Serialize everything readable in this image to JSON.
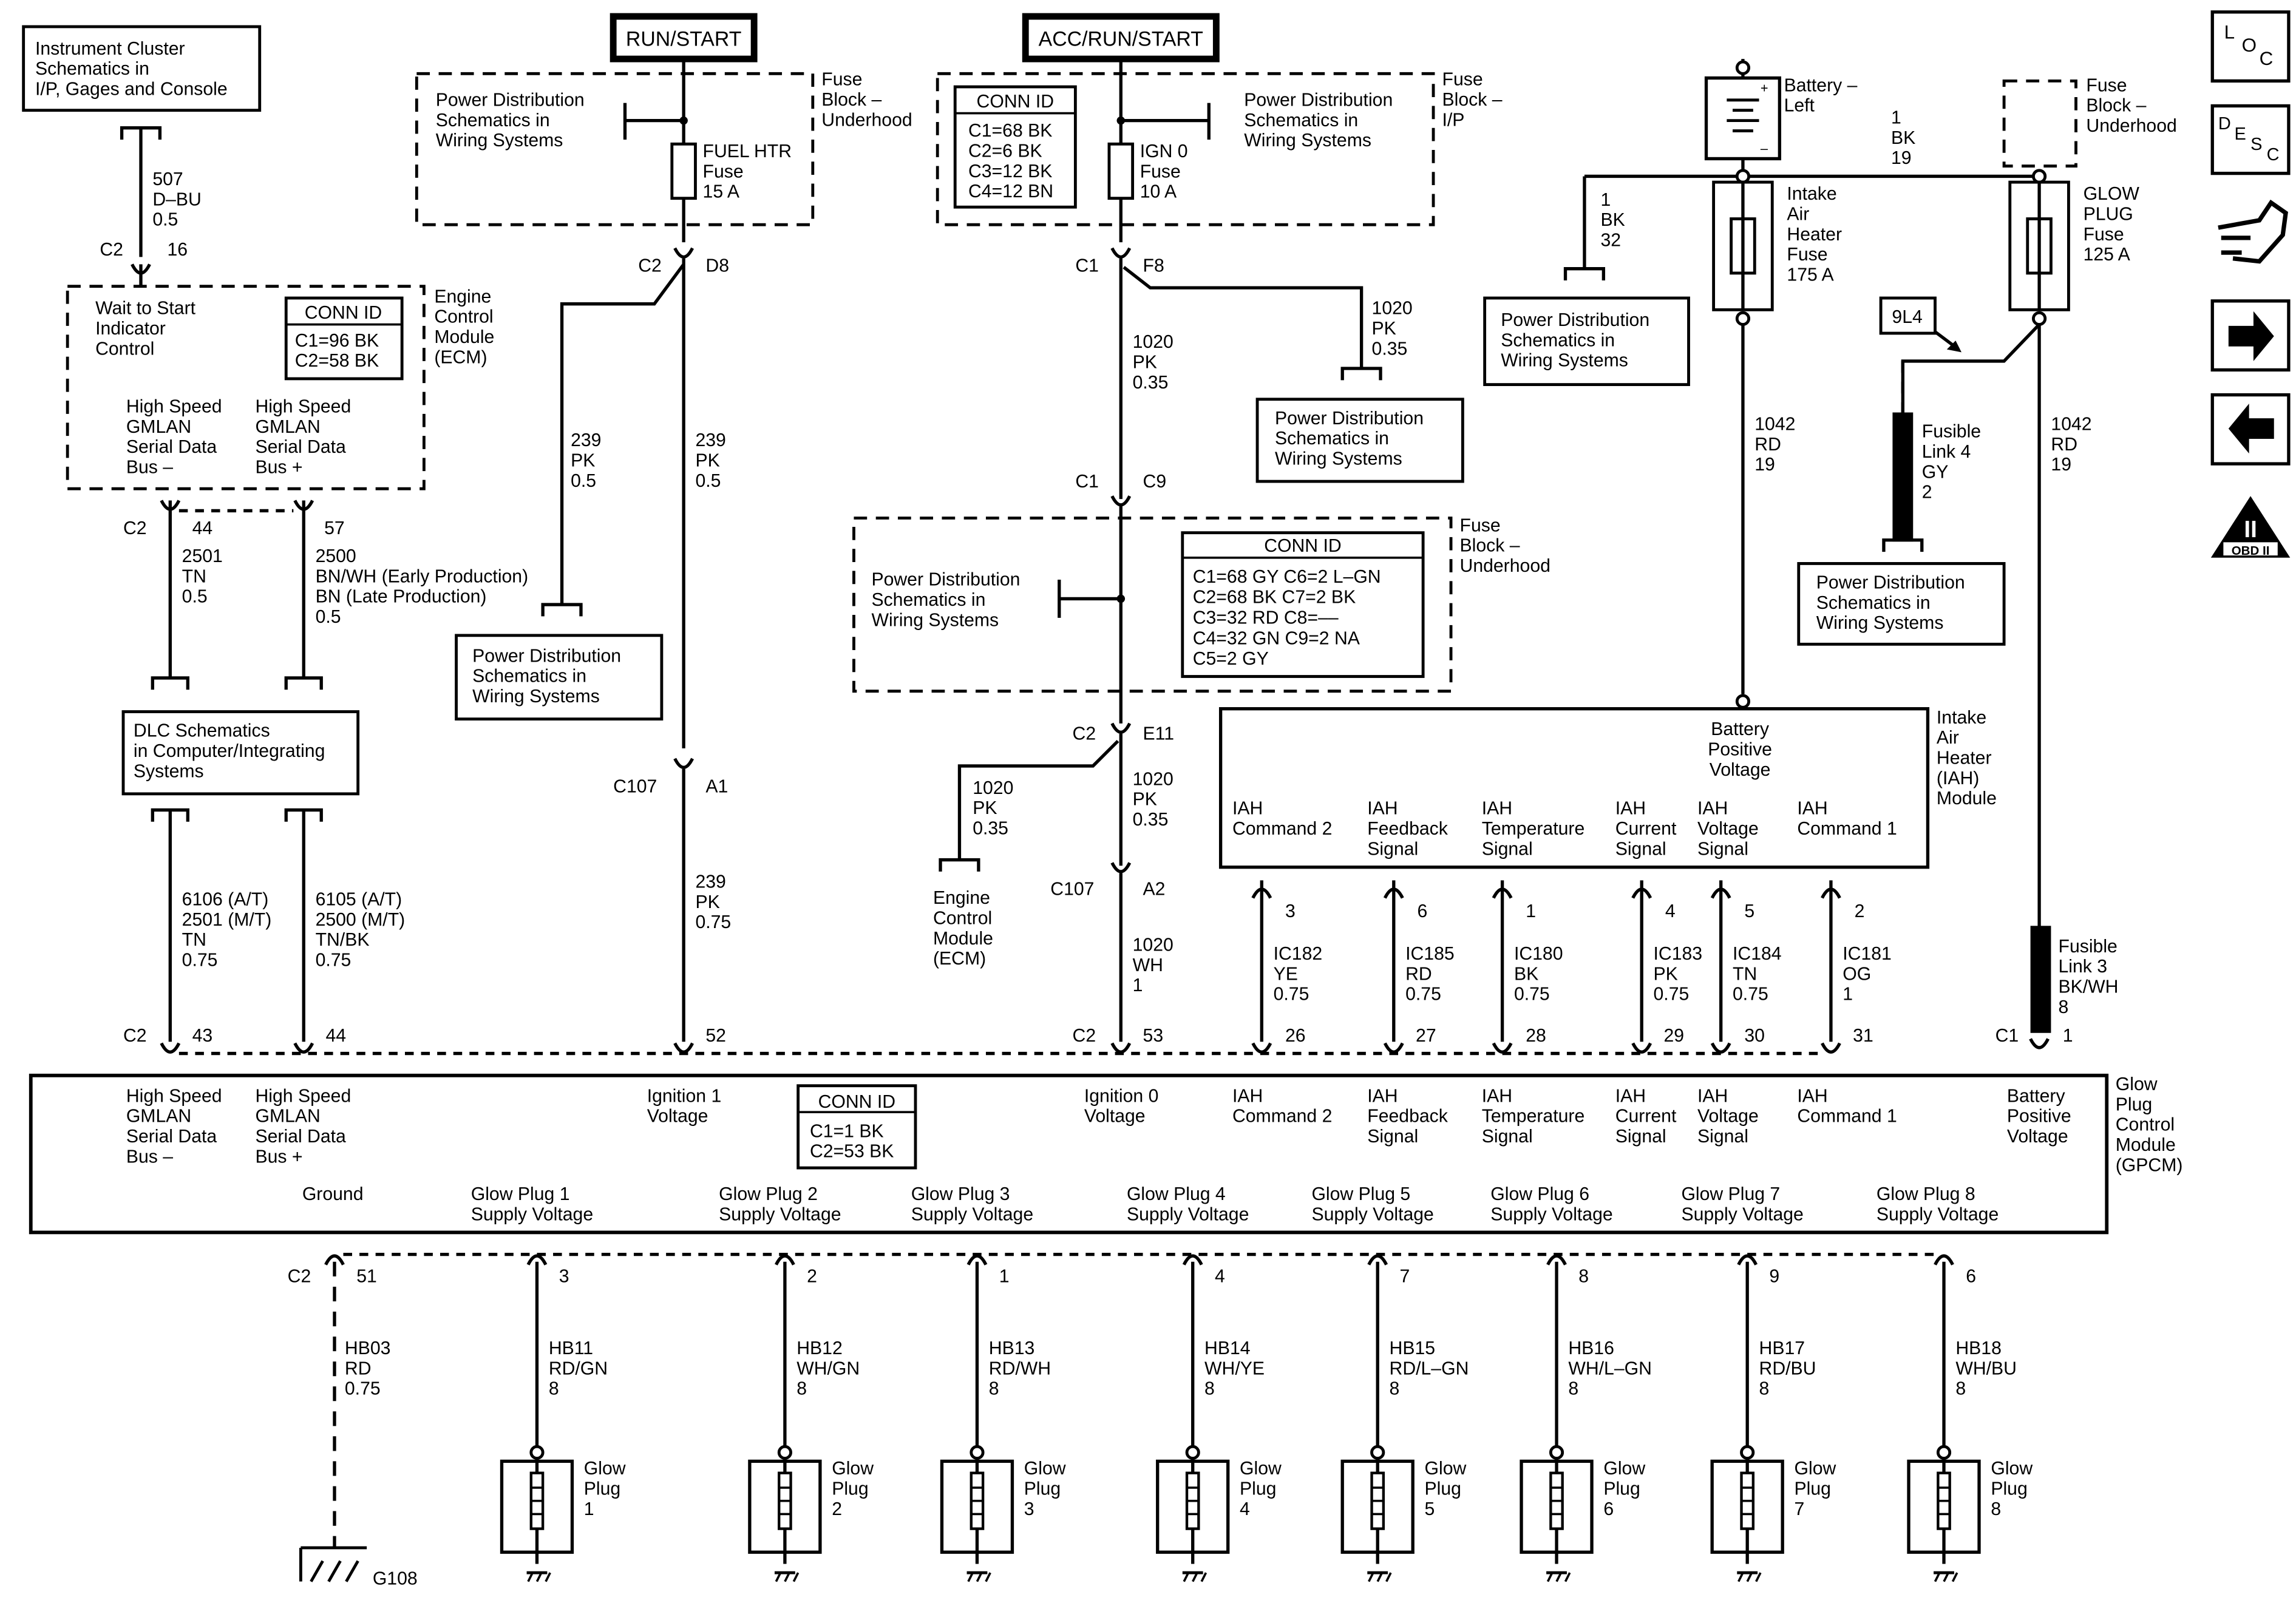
{
  "top_labels": {
    "run_start": "RUN/START",
    "acc_run_start": "ACC/RUN/START"
  },
  "side_icons": [
    {
      "name": "loc-icon",
      "letters": [
        "L",
        "O",
        "C"
      ]
    },
    {
      "name": "desc-icon",
      "letters": [
        "D",
        "E",
        "S",
        "C"
      ]
    },
    {
      "name": "harness-icon"
    },
    {
      "name": "next-arrow-icon"
    },
    {
      "name": "prev-arrow-icon"
    },
    {
      "name": "obd-icon",
      "text": "OBD II",
      "numeral": "II"
    }
  ],
  "boxes": {
    "instrument_cluster": [
      "Instrument Cluster",
      "Schematics in",
      "I/P, Gages and Console"
    ],
    "pd_run_left": [
      "Power Distribution",
      "Schematics in",
      "Wiring Systems"
    ],
    "pd_acc_right": [
      "Power Distribution",
      "Schematics in",
      "Wiring Systems"
    ],
    "pd_f8_branch": [
      "Power Distribution",
      "Schematics in",
      "Wiring Systems"
    ],
    "pd_d8_branch": [
      "Power Distribution",
      "Schematics in",
      "Wiring Systems"
    ],
    "pd_c9_block": [
      "Power Distribution",
      "Schematics in",
      "Wiring Systems"
    ],
    "pd_battery_branch": [
      "Power Distribution",
      "Schematics in",
      "Wiring Systems"
    ],
    "pd_fusible4": [
      "Power Distribution",
      "Schematics in",
      "Wiring Systems"
    ],
    "dlc": [
      "DLC Schematics",
      "in Computer/Integrating",
      "Systems"
    ],
    "ecm_small": [
      "Engine",
      "Control",
      "Module",
      "(ECM)"
    ]
  },
  "fuse_blocks": {
    "run_block_label": [
      "Fuse",
      "Block –",
      "Underhood"
    ],
    "acc_block_label": [
      "Fuse",
      "Block –",
      "I/P"
    ],
    "c9_block_label": [
      "Fuse",
      "Block –",
      "Underhood"
    ],
    "right_block_label": [
      "Fuse",
      "Block –",
      "Underhood"
    ]
  },
  "fuses": {
    "fuel_htr": [
      "FUEL HTR",
      "Fuse",
      "15 A"
    ],
    "ign0": [
      "IGN 0",
      "Fuse",
      "10 A"
    ],
    "intake_air_heater": [
      "Intake",
      "Air",
      "Heater",
      "Fuse",
      "175 A"
    ],
    "glow_plug": [
      "GLOW",
      "PLUG",
      "Fuse",
      "125 A"
    ]
  },
  "conn_ids": {
    "acc_block": {
      "title": "CONN ID",
      "rows": [
        "C1=68 BK",
        "C2=6 BK",
        "C3=12 BK",
        "C4=12 BN"
      ]
    },
    "ecm": {
      "title": "CONN ID",
      "rows": [
        "C1=96 BK",
        "C2=58 BK"
      ]
    },
    "c9_block": {
      "title": "CONN ID",
      "rows": [
        "C1=68 GY    C6=2 L–GN",
        "C2=68 BK    C7=2 BK",
        "C3=32 RD    C8=––",
        "C4=32 GN    C9=2 NA",
        "C5=2 GY"
      ]
    },
    "gpcm": {
      "title": "CONN ID",
      "rows": [
        "C1=1 BK",
        "C2=53 BK"
      ]
    }
  },
  "ecm": {
    "inner": [
      "Wait to Start",
      "Indicator",
      "Control"
    ],
    "label": [
      "Engine",
      "Control",
      "Module",
      "(ECM)"
    ],
    "pins_left": [
      "High Speed",
      "GMLAN",
      "Serial Data",
      "Bus –"
    ],
    "pins_right": [
      "High Speed",
      "GMLAN",
      "Serial Data",
      "Bus +"
    ]
  },
  "battery": {
    "label": [
      "Battery –",
      "Left"
    ],
    "plus": "+",
    "minus": "–"
  },
  "wires": {
    "w507": [
      "507",
      "D–BU",
      "0.5"
    ],
    "w239_left": [
      "239",
      "PK",
      "0.5"
    ],
    "w239_mid": [
      "239",
      "PK",
      "0.5"
    ],
    "w239_low": [
      "239",
      "PK",
      "0.75"
    ],
    "w1020_f8": [
      "1020",
      "PK",
      "0.35"
    ],
    "w1020_main": [
      "1020",
      "PK",
      "0.35"
    ],
    "w1020_ecm": [
      "1020",
      "PK",
      "0.35"
    ],
    "w1020_low": [
      "1020",
      "PK",
      "0.35"
    ],
    "w1020_wh": [
      "1020",
      "WH",
      "1"
    ],
    "w2501": [
      "2501",
      "TN",
      "0.5"
    ],
    "w2500": [
      "2500",
      "BN/WH (Early Production)",
      "BN (Late Production)",
      "0.5"
    ],
    "w6106": [
      "6106 (A/T)",
      "2501 (M/T)",
      "TN",
      "0.75"
    ],
    "w6105": [
      "6105 (A/T)",
      "2500 (M/T)",
      "TN/BK",
      "0.75"
    ],
    "w1bk32": [
      "1",
      "BK",
      "32"
    ],
    "w1bk19": [
      "1",
      "BK",
      "19"
    ],
    "w1042_left": [
      "1042",
      "RD",
      "19"
    ],
    "w1042_right": [
      "1042",
      "RD",
      "19"
    ],
    "fusible4": [
      "Fusible",
      "Link 4",
      "GY",
      "2"
    ],
    "fusible3": [
      "Fusible",
      "Link 3",
      "BK/WH",
      "8"
    ],
    "ref9l4": "9L4"
  },
  "connectors": {
    "c2_16": [
      "C2",
      "16"
    ],
    "c2_d8": [
      "C2",
      "D8"
    ],
    "c1_f8": [
      "C1",
      "F8"
    ],
    "c1_c9": [
      "C1",
      "C9"
    ],
    "c2_e11": [
      "C2",
      "E11"
    ],
    "c2_44": [
      "C2",
      "44"
    ],
    "c2_57": "57",
    "c107_a1": [
      "C107",
      "A1"
    ],
    "c107_a2": [
      "C107",
      "A2"
    ],
    "gpcm_top": [
      "C2",
      "43",
      "44",
      "52",
      "C2",
      "53",
      "26",
      "27",
      "28",
      "29",
      "30",
      "31",
      "C1",
      "1"
    ],
    "gpcm_bottom": [
      "C2",
      "51",
      "3",
      "2",
      "1",
      "4",
      "7",
      "8",
      "9",
      "6"
    ]
  },
  "iah": {
    "label": [
      "Intake",
      "Air",
      "Heater",
      "(IAH)",
      "Module"
    ],
    "battery": [
      "Battery",
      "Positive",
      "Voltage"
    ],
    "pins": [
      {
        "label": [
          "IAH",
          "Command 2"
        ],
        "pin": "3",
        "wire": [
          "IC182",
          "YE",
          "0.75"
        ]
      },
      {
        "label": [
          "IAH",
          "Feedback",
          "Signal"
        ],
        "pin": "6",
        "wire": [
          "IC185",
          "RD",
          "0.75"
        ]
      },
      {
        "label": [
          "IAH",
          "Temperature",
          "Signal"
        ],
        "pin": "1",
        "wire": [
          "IC180",
          "BK",
          "0.75"
        ]
      },
      {
        "label": [
          "IAH",
          "Current",
          "Signal"
        ],
        "pin": "4",
        "wire": [
          "IC183",
          "PK",
          "0.75"
        ]
      },
      {
        "label": [
          "IAH",
          "Voltage",
          "Signal"
        ],
        "pin": "5",
        "wire": [
          "IC184",
          "TN",
          "0.75"
        ]
      },
      {
        "label": [
          "IAH",
          "Command 1"
        ],
        "pin": "2",
        "wire": [
          "IC181",
          "OG",
          "1"
        ]
      }
    ]
  },
  "gpcm": {
    "label": [
      "Glow",
      "Plug",
      "Control",
      "Module",
      "(GPCM)"
    ],
    "top_pins": [
      [
        "High Speed",
        "GMLAN",
        "Serial Data",
        "Bus –"
      ],
      [
        "High Speed",
        "GMLAN",
        "Serial Data",
        "Bus +"
      ],
      [
        "Ignition 1",
        "Voltage"
      ],
      [
        "Ignition 0",
        "Voltage"
      ],
      [
        "IAH",
        "Command 2"
      ],
      [
        "IAH",
        "Feedback",
        "Signal"
      ],
      [
        "IAH",
        "Temperature",
        "Signal"
      ],
      [
        "IAH",
        "Current",
        "Signal"
      ],
      [
        "IAH",
        "Voltage",
        "Signal"
      ],
      [
        "IAH",
        "Command 1"
      ],
      [
        "Battery",
        "Positive",
        "Voltage"
      ]
    ],
    "bottom_pins": [
      [
        "Ground"
      ],
      [
        "Glow Plug 1",
        "Supply Voltage"
      ],
      [
        "Glow Plug 2",
        "Supply Voltage"
      ],
      [
        "Glow Plug 3",
        "Supply Voltage"
      ],
      [
        "Glow Plug 4",
        "Supply Voltage"
      ],
      [
        "Glow Plug 5",
        "Supply Voltage"
      ],
      [
        "Glow Plug 6",
        "Supply Voltage"
      ],
      [
        "Glow Plug 7",
        "Supply Voltage"
      ],
      [
        "Glow Plug 8",
        "Supply Voltage"
      ]
    ]
  },
  "ground": {
    "wire": [
      "HB03",
      "RD",
      "0.75"
    ],
    "label": "G108"
  },
  "glow_plugs": [
    {
      "wire": [
        "HB11",
        "RD/GN",
        "8"
      ],
      "label": [
        "Glow",
        "Plug",
        "1"
      ]
    },
    {
      "wire": [
        "HB12",
        "WH/GN",
        "8"
      ],
      "label": [
        "Glow",
        "Plug",
        "2"
      ]
    },
    {
      "wire": [
        "HB13",
        "RD/WH",
        "8"
      ],
      "label": [
        "Glow",
        "Plug",
        "3"
      ]
    },
    {
      "wire": [
        "HB14",
        "WH/YE",
        "8"
      ],
      "label": [
        "Glow",
        "Plug",
        "4"
      ]
    },
    {
      "wire": [
        "HB15",
        "RD/L–GN",
        "8"
      ],
      "label": [
        "Glow",
        "Plug",
        "5"
      ]
    },
    {
      "wire": [
        "HB16",
        "WH/L–GN",
        "8"
      ],
      "label": [
        "Glow",
        "Plug",
        "6"
      ]
    },
    {
      "wire": [
        "HB17",
        "RD/BU",
        "8"
      ],
      "label": [
        "Glow",
        "Plug",
        "7"
      ]
    },
    {
      "wire": [
        "HB18",
        "WH/BU",
        "8"
      ],
      "label": [
        "Glow",
        "Plug",
        "8"
      ]
    }
  ]
}
